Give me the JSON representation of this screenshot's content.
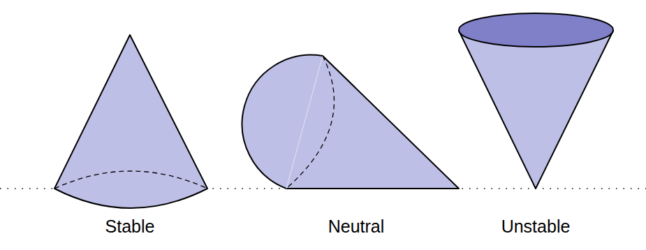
{
  "diagram": {
    "labels": [
      "Stable",
      "Neutral",
      "Unstable"
    ]
  }
}
